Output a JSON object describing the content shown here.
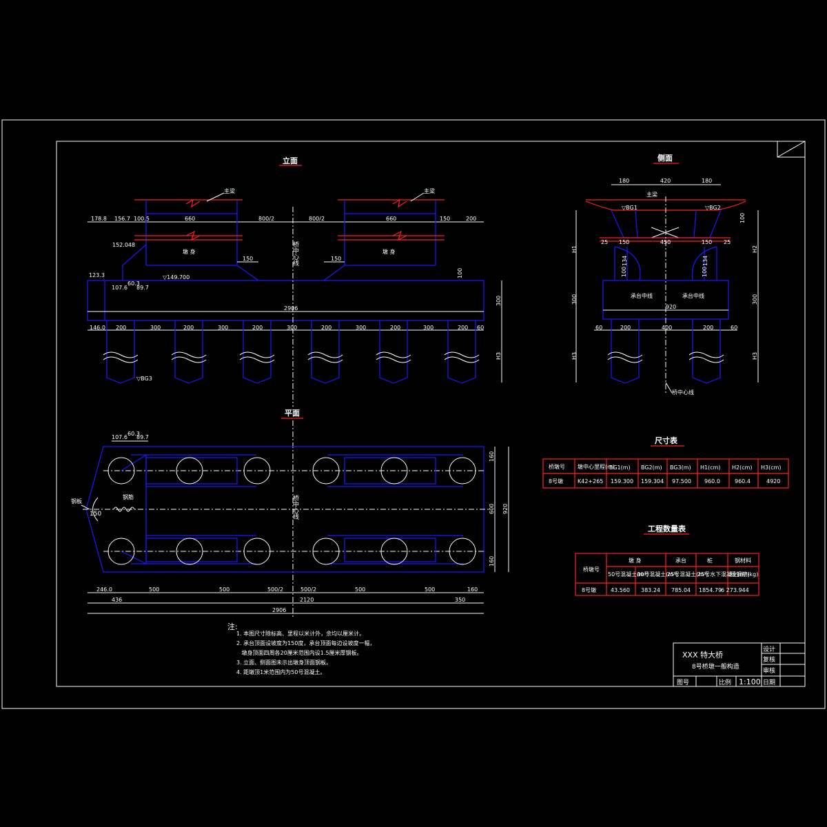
{
  "drawing": {
    "colors": {
      "background": "#000000",
      "outline": "#0000ff",
      "frame": "#ffffff",
      "dimension": "#ffffff",
      "highlight": "#ff0000",
      "table_border": "#ff0000"
    },
    "elevation": {
      "title": "立面",
      "dims_top": [
        "178.8",
        "156.7",
        "100.5",
        "660",
        "800/2",
        "800/2",
        "660",
        "150",
        "200"
      ],
      "label_girder": "主梁",
      "label_girder_right": "主梁",
      "label_pier_body": "墩 身",
      "label_pier_body_right": "墩 身",
      "label_centerline": "桥中心线",
      "elev_152": "152.048",
      "elev_149": "▽149.700",
      "dim_150_left": "150",
      "dim_150_right": "150",
      "dim_100": "100",
      "dim_123": "123.3",
      "dim_107": "107.6",
      "dim_60": "60.3",
      "dim_89": "89.7",
      "dim_total": "2906",
      "dim_300": "300",
      "dims_piles": [
        "146.0",
        "200",
        "300",
        "200",
        "300",
        "200",
        "300",
        "200",
        "300",
        "200",
        "300",
        "200",
        "60"
      ],
      "label_h3": "H3",
      "label_bg3": "▽BG3"
    },
    "side": {
      "title": "侧面",
      "dims_top": [
        "180",
        "420",
        "180"
      ],
      "label_girder": "主梁",
      "label_bg1": "▽BG1",
      "label_bg2": "▽BG2",
      "dim_100": "100",
      "label_h1": "H1",
      "label_h2": "H2",
      "dims_mid": [
        "25",
        "150",
        "450",
        "150",
        "25"
      ],
      "dim_134_l": "134",
      "dim_134_r": "134",
      "dim_100_l": "100",
      "dim_100_r": "100",
      "dim_300_l": "300",
      "dim_300_r": "300",
      "label_cap_l": "承台中线",
      "label_cap_r": "承台中线",
      "dim_920": "920",
      "dims_bottom": [
        "60",
        "200",
        "400",
        "200",
        "60"
      ],
      "label_h3_l": "H3",
      "label_h3_r": "H3",
      "label_centerline": "桥中心线"
    },
    "plan": {
      "title": "平面",
      "dim_107": "107.6",
      "dim_60": "60.3",
      "dim_89": "89.7",
      "label_steel": "钢板",
      "label_rebar": "钢筋",
      "dim_150": "150",
      "label_centerline": "桥中心线",
      "dims_right": [
        "160",
        "600",
        "160"
      ],
      "dim_920": "920",
      "dims_row1": [
        "246.0",
        "500",
        "500",
        "500/2",
        "500/2",
        "500",
        "500",
        "160"
      ],
      "dims_row2": [
        "436",
        "2120",
        "350"
      ],
      "dim_total": "2906"
    },
    "size_table": {
      "title": "尺寸表",
      "headers": [
        "桥墩号",
        "墩中心里程(m)",
        "BG1(m)",
        "BG2(m)",
        "BG3(m)",
        "H1(cm)",
        "H2(cm)",
        "H3(cm)"
      ],
      "row": [
        "8号墩",
        "K42+265",
        "159.300",
        "159.304",
        "97.500",
        "960.0",
        "960.4",
        "4920"
      ]
    },
    "qty_table": {
      "title": "工程数量表",
      "header_pier": "桥墩号",
      "header_body": "墩 身",
      "header_cap": "承台",
      "header_pile": "桩",
      "header_steel": "钢材料",
      "sub_headers": [
        "50号混凝土(m³)",
        "40号混凝土(m³)",
        "25号混凝土(m³)",
        "25号水下混凝土(m³)",
        "I级钢筋(kg)"
      ],
      "row": [
        "8号墩",
        "43.560",
        "383.24",
        "785.04",
        "1854.79",
        "6 273.944"
      ]
    },
    "notes": {
      "title": "注:",
      "items": [
        "1. 本图尺寸除标高、里程以米计外，余均以厘米计。",
        "2. 承台顶面设坡度为150度，承台顶面每边设坡度一幅，",
        "   墩身顶面四周各20厘米范围内设1.5厘米厚钢板。",
        "3. 立面、侧面图未示出墩身顶面钢板。",
        "4. 距墩顶1米范围内为50号混凝土。"
      ]
    },
    "title_block": {
      "project": "XXX 特大桥",
      "sheet": "8号桥墩一般构造",
      "design": "设计",
      "review": "复核",
      "approve": "审核",
      "drawing_no": "图号",
      "scale_label": "比例",
      "scale": "1:100",
      "date": "日期"
    }
  }
}
